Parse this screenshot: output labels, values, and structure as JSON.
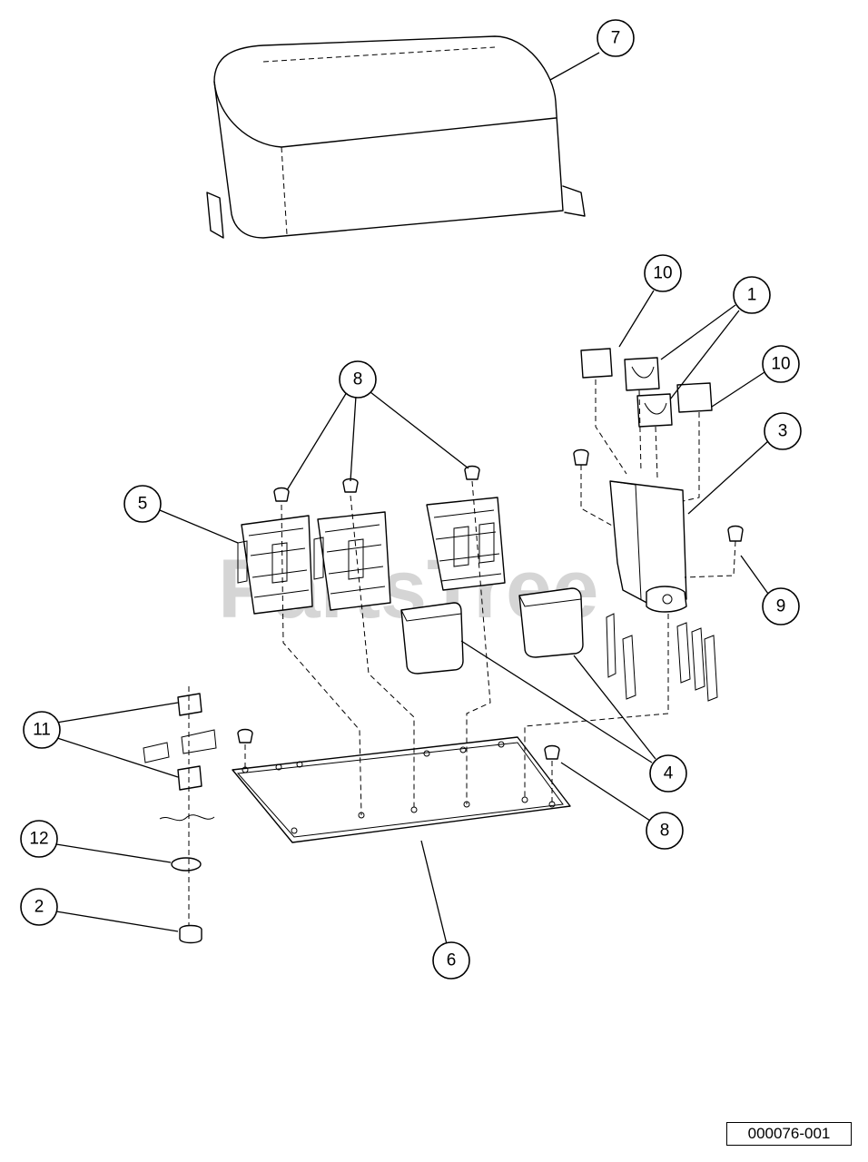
{
  "watermark": "PartsTree",
  "drawing_number": "000076-001",
  "callouts": {
    "c7": "7",
    "c10a": "10",
    "c1": "1",
    "c10b": "10",
    "c3": "3",
    "c8a": "8",
    "c5": "5",
    "c9": "9",
    "c11": "11",
    "c4": "4",
    "c8b": "8",
    "c12": "12",
    "c2": "2",
    "c6": "6"
  }
}
